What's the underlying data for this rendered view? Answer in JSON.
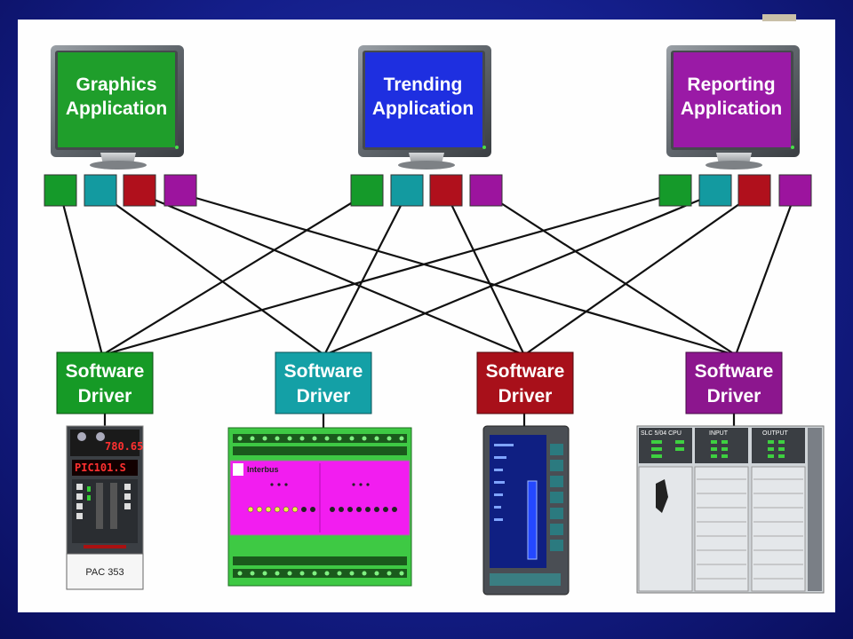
{
  "monitors": [
    {
      "line1": "Graphics",
      "line2": "Application",
      "color": "#1f9e2b"
    },
    {
      "line1": "Trending",
      "line2": "Application",
      "color": "#1e2fe0"
    },
    {
      "line1": "Reporting",
      "line2": "Application",
      "color": "#9a1aa6"
    }
  ],
  "port_colors": [
    "#159a2a",
    "#139aa0",
    "#b0101c",
    "#9c149e"
  ],
  "drivers": [
    {
      "line1": "Software",
      "line2": "Driver",
      "color": "#169a26"
    },
    {
      "line1": "Software",
      "line2": "Driver",
      "color": "#14a0a6"
    },
    {
      "line1": "Software",
      "line2": "Driver",
      "color": "#a8101a"
    },
    {
      "line1": "Software",
      "line2": "Driver",
      "color": "#8c168e"
    }
  ],
  "devices": {
    "pac353": {
      "display_top": "780.65",
      "display_mid": "PIC101.S",
      "label": "PAC 353"
    },
    "interbus": {
      "brand": "Interbus"
    },
    "slc": {
      "cpu_label": "SLC 5/04 CPU",
      "input_label": "INPUT",
      "output_label": "OUTPUT"
    }
  }
}
